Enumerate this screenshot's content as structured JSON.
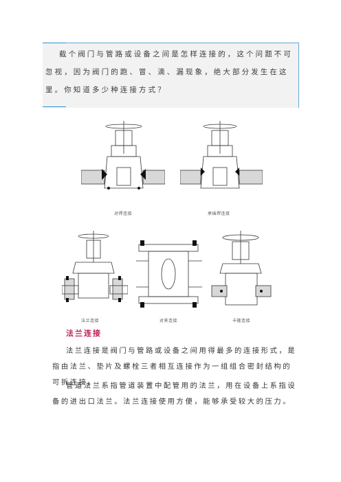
{
  "intro": {
    "text": "截个阀门与管路或设备之间是怎样连接的，这个问题不可忽视，因为阀门的跑、冒、滴、漏现象，绝大部分发生在这里。你知道多少种连接方式？"
  },
  "figures": {
    "butt_weld_caption": "对焊连接",
    "socket_weld_caption": "承插焊连接",
    "flange_caption": "法兰连接",
    "clamp_caption": "对夹连接",
    "card_caption": "卡箍连接"
  },
  "section": {
    "heading": "法兰连接",
    "paragraph_1": "法兰连接是阀门与管路或设备之间用得最多的连接形式，是指由法兰、垫片及螺栓三者相互连接作为一组组合密封结构的可拆连接。",
    "paragraph_2": "管道法兰系指管道装置中配管用的法兰，用在设备上系指设备的进出口法兰。法兰连接使用方便，能够承受较大的压力。"
  },
  "colors": {
    "heading": "#c01e56",
    "accent": "#2f8fd0",
    "box_bg": "#f2f2f2"
  }
}
